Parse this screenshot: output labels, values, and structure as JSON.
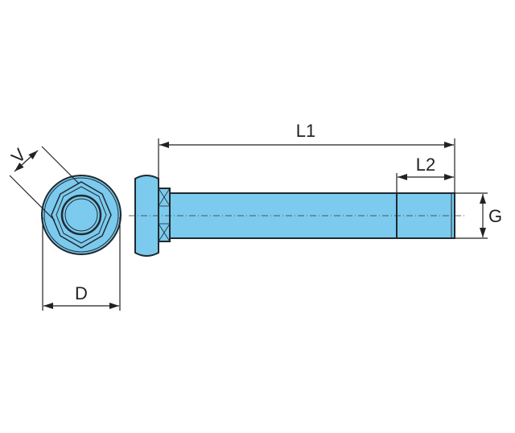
{
  "drawing": {
    "labels": {
      "overall_length": "L1",
      "thread_length": "L2",
      "thread_diameter": "G",
      "head_diameter": "D",
      "across_flats": "V"
    },
    "colors": {
      "fill": "#7ccaee",
      "outline": "#1e2a30"
    }
  }
}
